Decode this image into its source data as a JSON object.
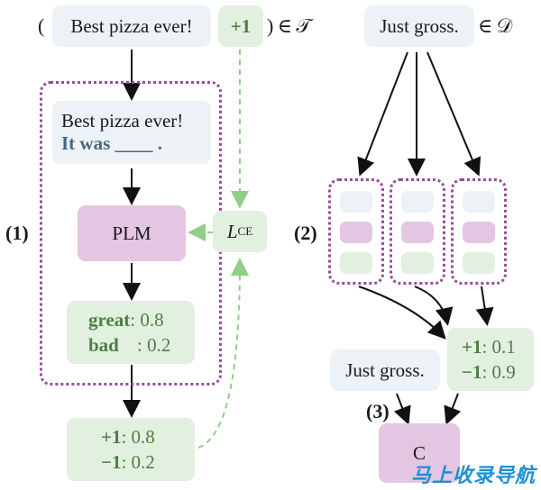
{
  "top_left": {
    "open_paren": "(",
    "input_text": "Best pizza ever!",
    "label": "+1",
    "close_member": ") ∈ 𝒯"
  },
  "top_right": {
    "input_text": "Just gross.",
    "member": "∈ 𝒟"
  },
  "prompt_box": {
    "line1": "Best pizza ever!",
    "line2": "It was ____ ."
  },
  "model": {
    "label": "PLM"
  },
  "loss": {
    "L": "L",
    "sub": "CE"
  },
  "verbalizer_scores": [
    {
      "word": "great",
      "score": ": 0.8"
    },
    {
      "word": "bad",
      "score": ": 0.2"
    }
  ],
  "label_scores": [
    {
      "label": "+1",
      "score": ": 0.8"
    },
    {
      "label": "−1",
      "score": ": 0.2"
    }
  ],
  "ensemble_scores": [
    {
      "label": "+1",
      "score": ": 0.1"
    },
    {
      "label": "−1",
      "score": ": 0.9"
    }
  ],
  "step_labels": {
    "one": "(1)",
    "two": "(2)",
    "three": "(3)"
  },
  "query_text": "Just gross.",
  "classifier": {
    "label": "C"
  },
  "watermark": "马上收录导航",
  "colors": {
    "gray_box": "#edf2f7",
    "green_box": "#e2f0df",
    "pink_box": "#e2c6e2",
    "dotted_frame": "#9a4a9a",
    "dashed_arrow": "#8fcf86",
    "green_text": "#4d7f43",
    "blue_text": "#47697f"
  }
}
